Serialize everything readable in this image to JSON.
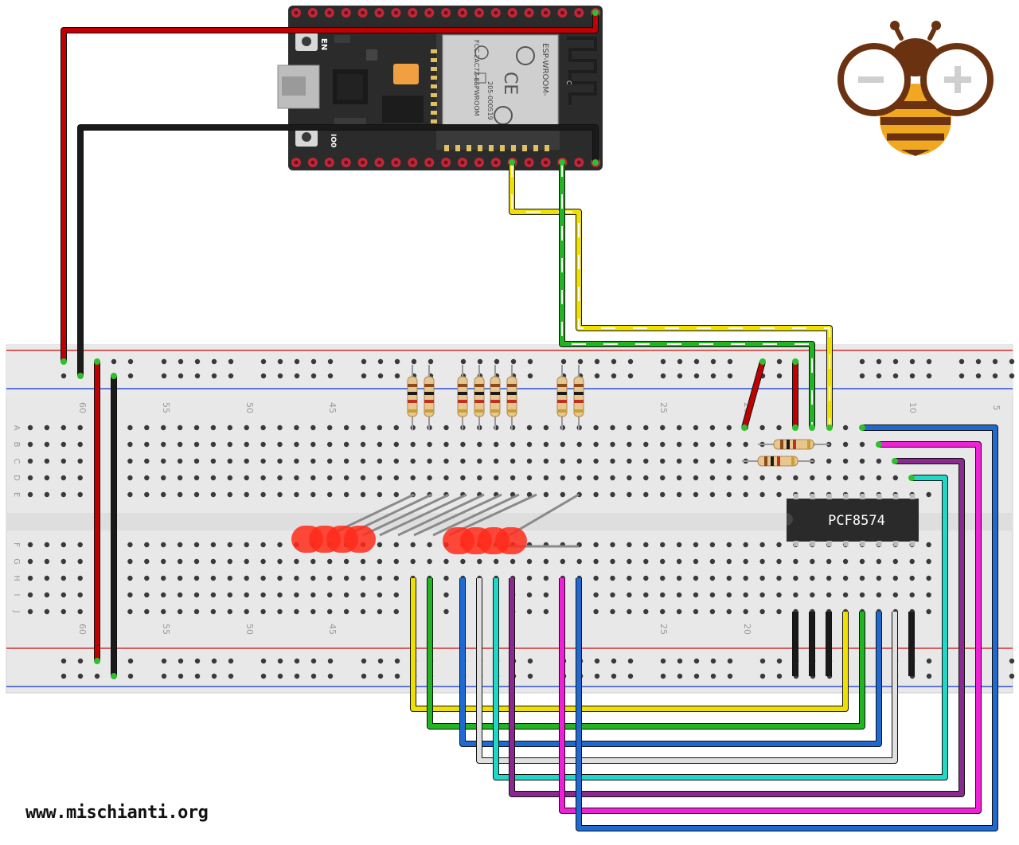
{
  "board": {
    "en_label": "EN",
    "boot_label": "IO0",
    "module_lines": [
      "ESP-WROOM-",
      "FCC 2AC7Z-ESPWROOM",
      "205-000519"
    ],
    "antenna_marking": "C"
  },
  "breadboard": {
    "top_numbers": [
      "60",
      "55",
      "50",
      "45",
      "25",
      "20",
      "10",
      "5"
    ],
    "bottom_numbers": [
      "60",
      "55",
      "50",
      "45",
      "25",
      "20"
    ],
    "row_letters_top": [
      "A",
      "B",
      "C",
      "D",
      "E"
    ],
    "row_letters_bottom": [
      "F",
      "G",
      "H",
      "I",
      "J"
    ]
  },
  "ic": {
    "label": "PCF8574"
  },
  "footer": {
    "text": "www.mischianti.org"
  },
  "colors": {
    "power_wire": "#c00000",
    "ground_wire": "#1a1a1a",
    "sda_wire": "#f0e000",
    "scl_wire": "#22b422",
    "led": "#ff2a1a",
    "board": "#2b2b2b",
    "breadboard": "#e6e6e6",
    "pcb_header": "#c0283a",
    "bee_body": "#f0a820",
    "bee_dark": "#6a3210"
  }
}
